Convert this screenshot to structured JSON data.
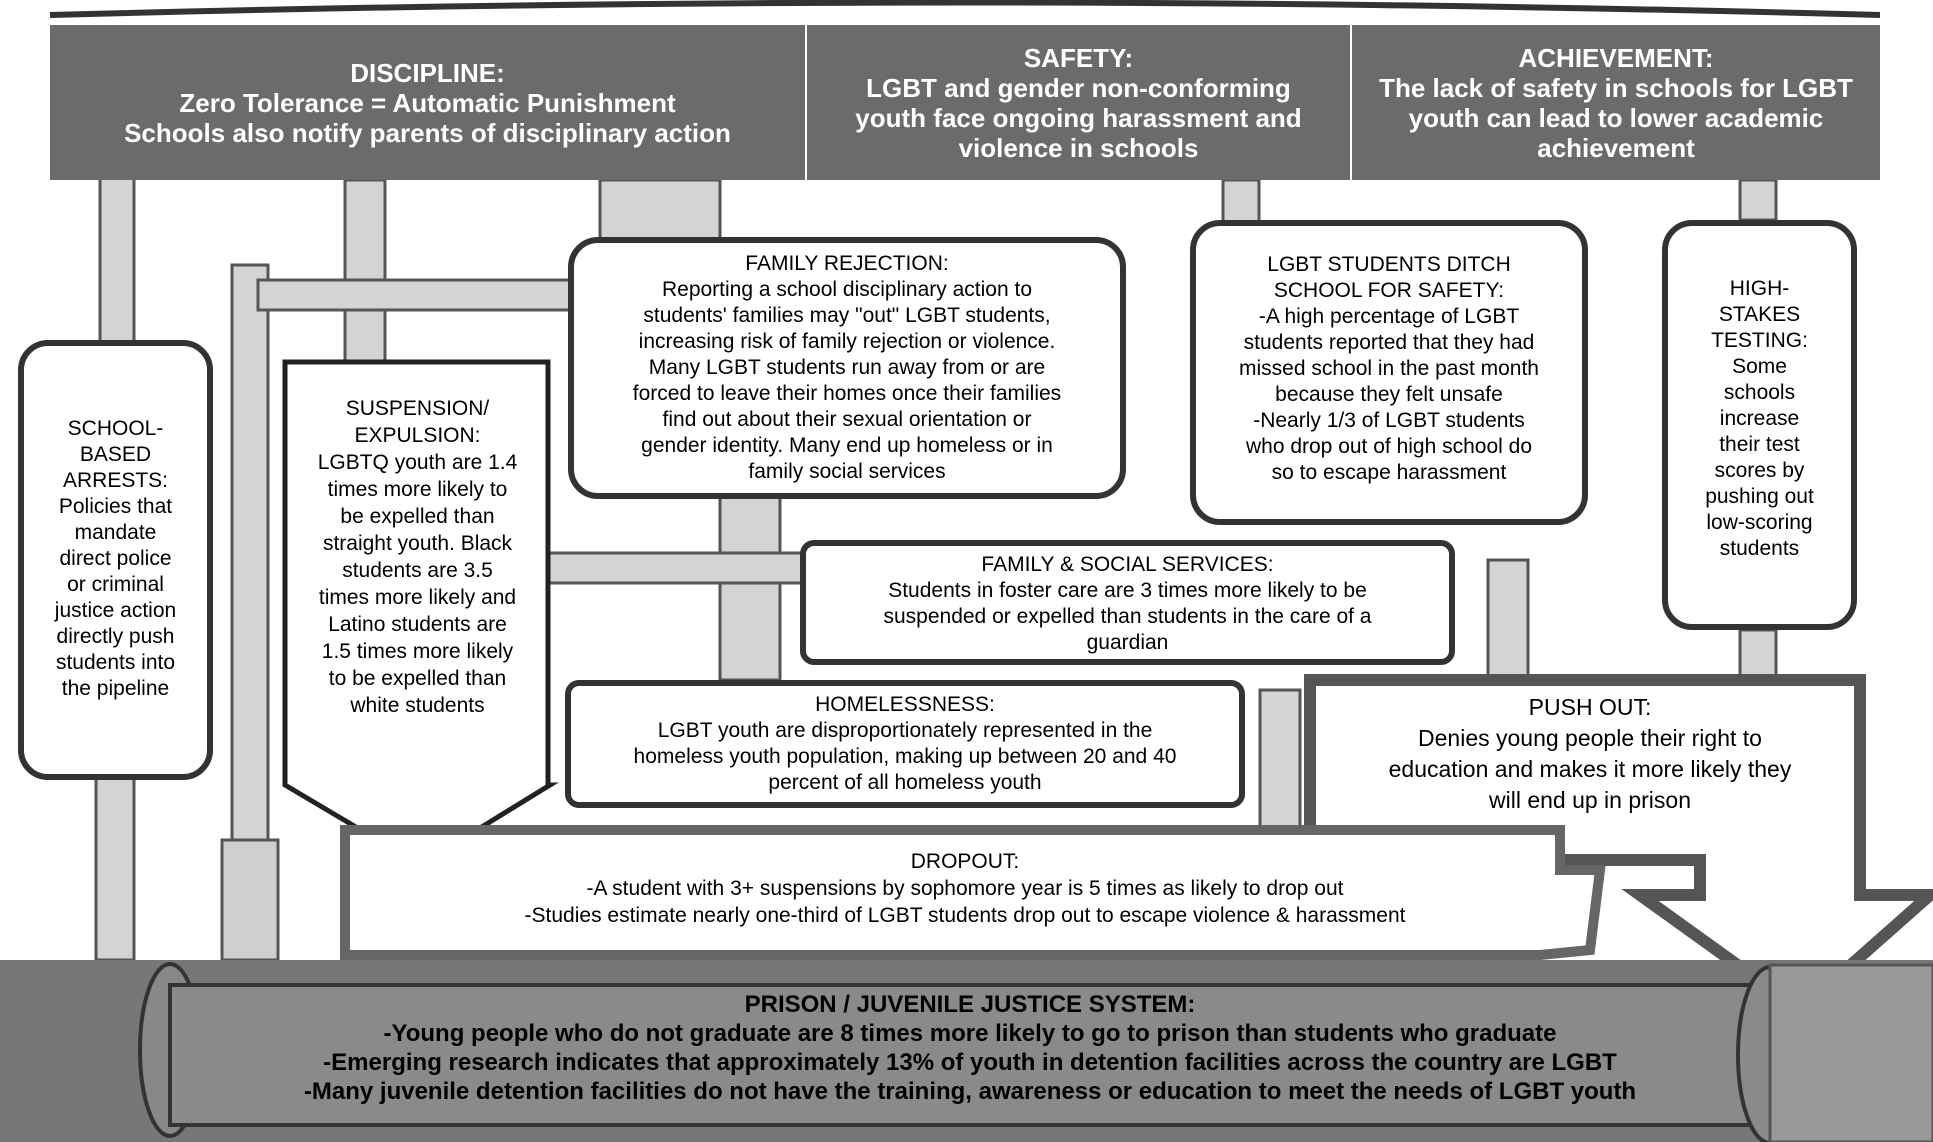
{
  "headers": {
    "discipline": {
      "title": "DISCIPLINE:",
      "line1": "Zero Tolerance = Automatic Punishment",
      "line2": "Schools also notify parents of disciplinary action"
    },
    "safety": {
      "title": "SAFETY:",
      "line1": "LGBT and gender non-conforming",
      "line2": "youth face ongoing harassment and",
      "line3": "violence in schools"
    },
    "achievement": {
      "title": "ACHIEVEMENT:",
      "line1": "The lack of safety in schools for LGBT",
      "line2": "youth can lead to lower academic",
      "line3": "achievement"
    }
  },
  "school_arrests": {
    "lines": [
      "SCHOOL-",
      "BASED",
      "ARRESTS:",
      "Policies that",
      "mandate",
      "direct police",
      "or criminal",
      "justice action",
      "directly push",
      "students into",
      "the pipeline"
    ]
  },
  "suspension": {
    "lines": [
      "SUSPENSION/",
      "EXPULSION:",
      "LGBTQ youth are 1.4",
      "times more likely to",
      "be expelled than",
      "straight youth. Black",
      "students are 3.5",
      "times more likely and",
      "Latino students are",
      "1.5 times more likely",
      "to be expelled than",
      "white students"
    ]
  },
  "family_rejection": {
    "title": "FAMILY REJECTION:",
    "lines": [
      "Reporting a school disciplinary action to",
      "students' families may \"out\" LGBT students,",
      "increasing risk of family rejection or violence.",
      "Many LGBT students run away from or are",
      "forced to leave their homes once their families",
      "find out about their sexual orientation or",
      "gender identity.  Many end up homeless or in",
      "family social services"
    ]
  },
  "ditch_school": {
    "title1": "LGBT STUDENTS DITCH",
    "title2": "SCHOOL FOR SAFETY:",
    "lines": [
      "-A high percentage of LGBT",
      "students reported that they had",
      "missed school in the past month",
      "because they felt unsafe",
      "-Nearly 1/3 of LGBT students",
      "who drop out of high school do",
      "so to escape harassment"
    ]
  },
  "high_stakes": {
    "lines": [
      "HIGH-",
      "STAKES",
      "TESTING:",
      "Some",
      "schools",
      "increase",
      "their test",
      "scores by",
      "pushing out",
      "low-scoring",
      "students"
    ]
  },
  "family_social": {
    "title": "FAMILY & SOCIAL SERVICES:",
    "lines": [
      "Students in foster care are 3 times more likely to be",
      "suspended or expelled than students in the care of a",
      "guardian"
    ]
  },
  "homelessness": {
    "title": "HOMELESSNESS:",
    "lines": [
      "LGBT youth are  disproportionately represented in the",
      "homeless youth population, making up between 20 and 40",
      "percent of all homeless youth"
    ]
  },
  "push_out": {
    "title": "PUSH OUT:",
    "lines": [
      "Denies young people their right to",
      "education and makes it more likely they",
      "will end up in prison"
    ]
  },
  "dropout": {
    "title": "DROPOUT:",
    "lines": [
      "-A student with 3+ suspensions by sophomore year is 5 times as likely to drop out",
      "-Studies estimate nearly one-third of LGBT students drop out to escape violence & harassment"
    ]
  },
  "prison": {
    "title": "PRISON / JUVENILE JUSTICE SYSTEM:",
    "lines": [
      "-Young people who do not graduate are 8 times more likely to go to prison than students who graduate",
      "-Emerging research indicates that approximately 13% of youth in detention facilities across the country are LGBT",
      "-Many juvenile detention facilities do not have the training, awareness or education to meet the needs of LGBT youth"
    ]
  }
}
